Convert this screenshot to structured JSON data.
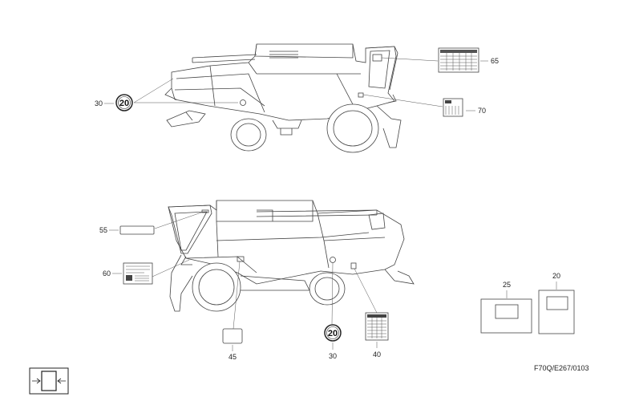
{
  "callouts": {
    "c30_top": "30",
    "c65": "65",
    "c70": "70",
    "c55": "55",
    "c60": "60",
    "c45": "45",
    "c30_bottom": "30",
    "c40": "40",
    "c25": "25",
    "c20": "20"
  },
  "speed_sign": "20",
  "drawing_ref": "F70Q/E267/0103"
}
